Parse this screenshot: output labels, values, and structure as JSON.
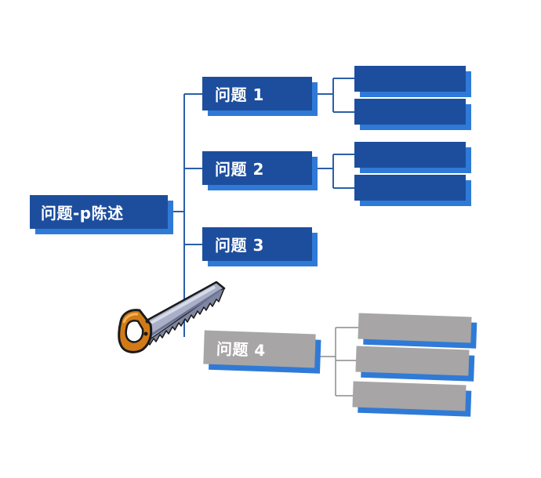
{
  "root": {
    "label": "问题-p陈述"
  },
  "issues": [
    {
      "label": "问题 1",
      "state": "active",
      "sub_count": 2
    },
    {
      "label": "问题 2",
      "state": "active",
      "sub_count": 2
    },
    {
      "label": "问题 3",
      "state": "active",
      "sub_count": 0
    },
    {
      "label": "问题 4",
      "state": "pruned",
      "sub_count": 3
    }
  ],
  "colors": {
    "box_blue": "#1d4e9e",
    "box_gray": "#a7a5a5",
    "shadow": "#2f7ad6",
    "line": "#2b5fa8"
  },
  "icons": {
    "saw": "hand-saw-icon"
  }
}
